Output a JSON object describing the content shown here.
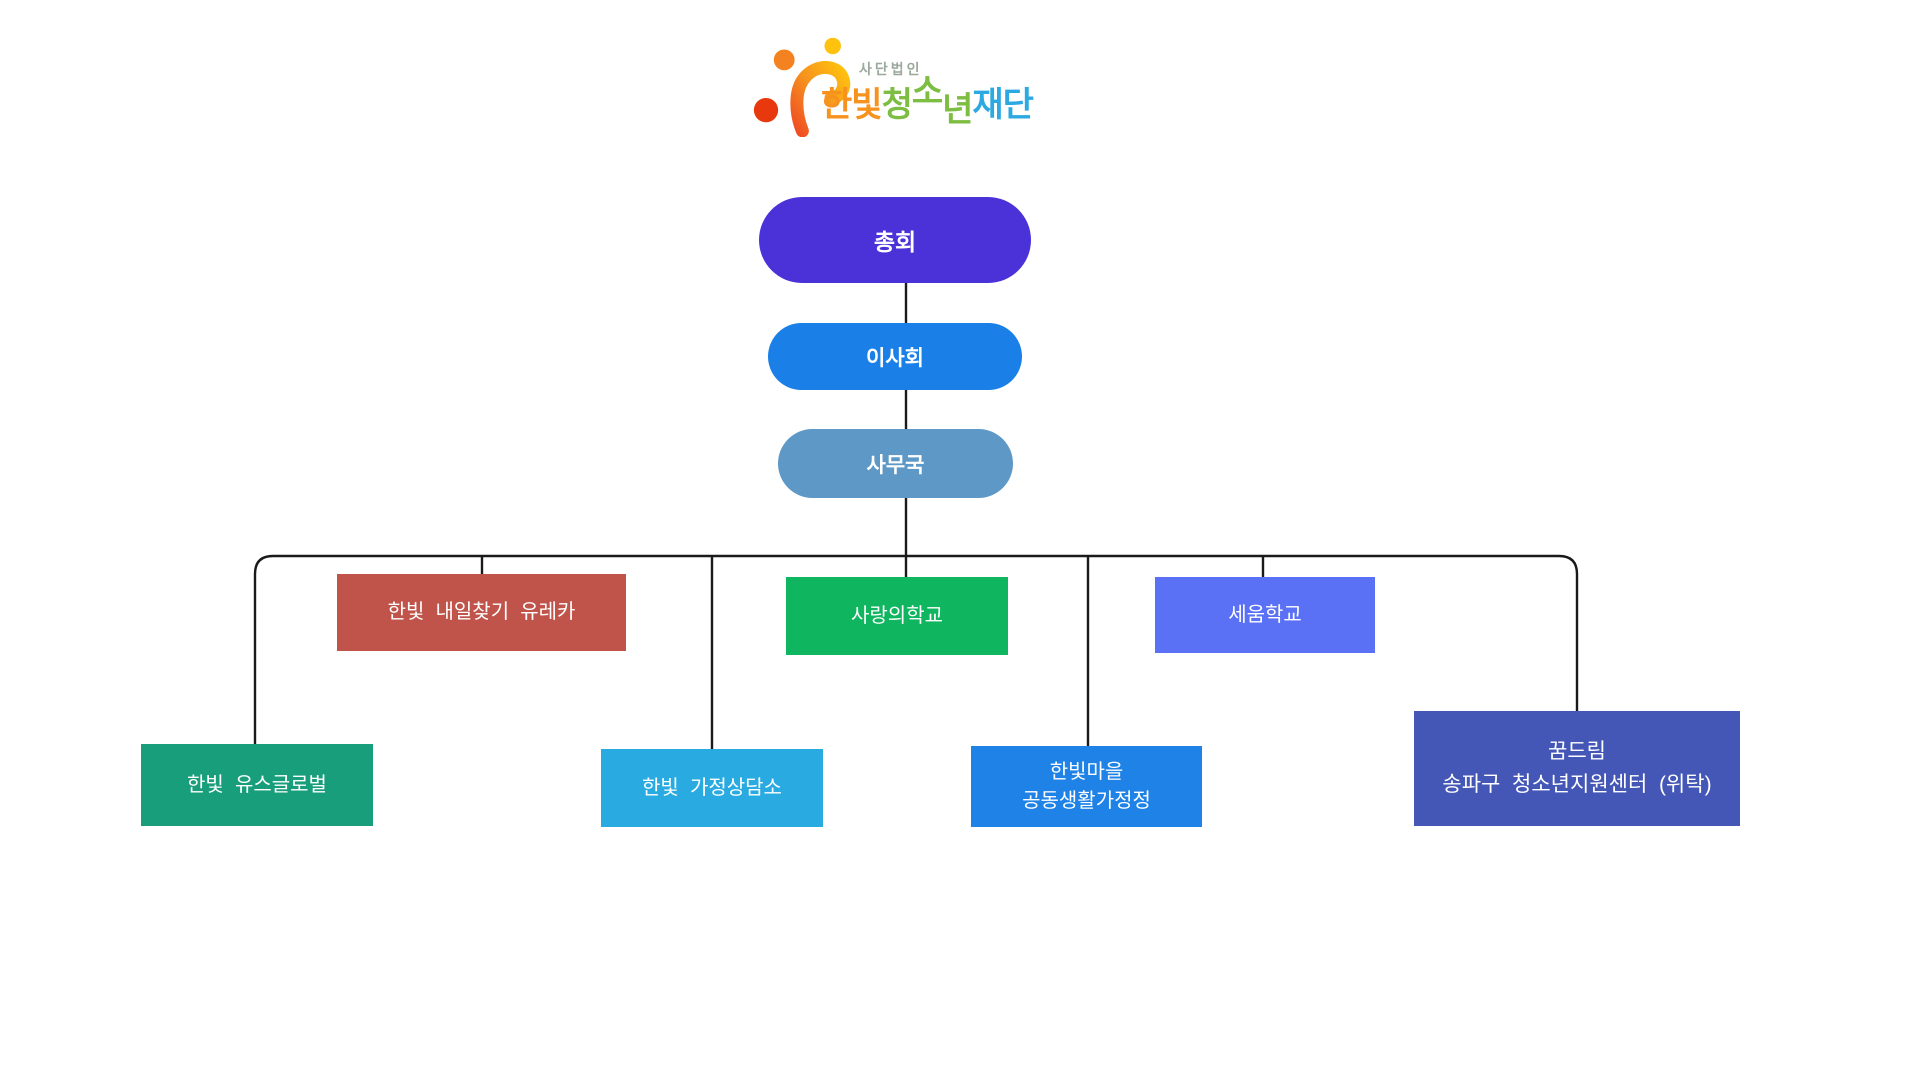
{
  "page": {
    "background": "#FFFFFF"
  },
  "logo": {
    "subtitle": "사단법인",
    "subtitle_color": "#9BA89C",
    "title_parts": [
      {
        "text": "한빛",
        "color": "#F6921E"
      },
      {
        "text": "청",
        "color": "#7CBD42"
      },
      {
        "text": "소",
        "color": "#7CBD42"
      },
      {
        "text": "년",
        "color": "#7CBD42"
      },
      {
        "text": "재단",
        "color": "#2BA9E0"
      }
    ],
    "mark_colors": {
      "red_dot": "#E8380D",
      "orange_dot": "#F58220",
      "yellow_dot": "#FFC20E",
      "brush_gradient_start": "#EF4E23",
      "brush_gradient_mid": "#F6921E",
      "brush_gradient_end": "#FFC20E"
    }
  },
  "chart": {
    "connector_color": "#1A1A1A",
    "nodes": {
      "assembly": {
        "label": "총회",
        "color": "#4B32D8"
      },
      "board": {
        "label": "이사회",
        "color": "#1A80E8"
      },
      "secretariat": {
        "label": "사무국",
        "color": "#5D98C7"
      },
      "eureka": {
        "label": "한빛  내일찾기  유레카",
        "color": "#C0544B"
      },
      "love_school": {
        "label": "사랑의학교",
        "color": "#10B55F"
      },
      "seum_school": {
        "label": "세움학교",
        "color": "#5A70F5"
      },
      "youth_global": {
        "label": "한빛  유스글로벌",
        "color": "#189E7A"
      },
      "family_counseling": {
        "label": "한빛  가정상담소",
        "color": "#29ABE2"
      },
      "hanbit_village": {
        "label": "한빛마을\n공동생활가정정",
        "color": "#1E82E6"
      },
      "dream_center": {
        "label": "꿈드림\n송파구  청소년지원센터  (위탁)",
        "color": "#4457B6"
      }
    },
    "hierarchy": [
      "총회 > 이사회 > 사무국",
      "사무국 > 한빛 유스글로벌, 한빛 내일찾기 유레카, 한빛 가정상담소, 사랑의학교, 한빛마을 공동생활가정정, 세움학교, 꿈드림 송파구 청소년지원센터 (위탁)"
    ]
  }
}
